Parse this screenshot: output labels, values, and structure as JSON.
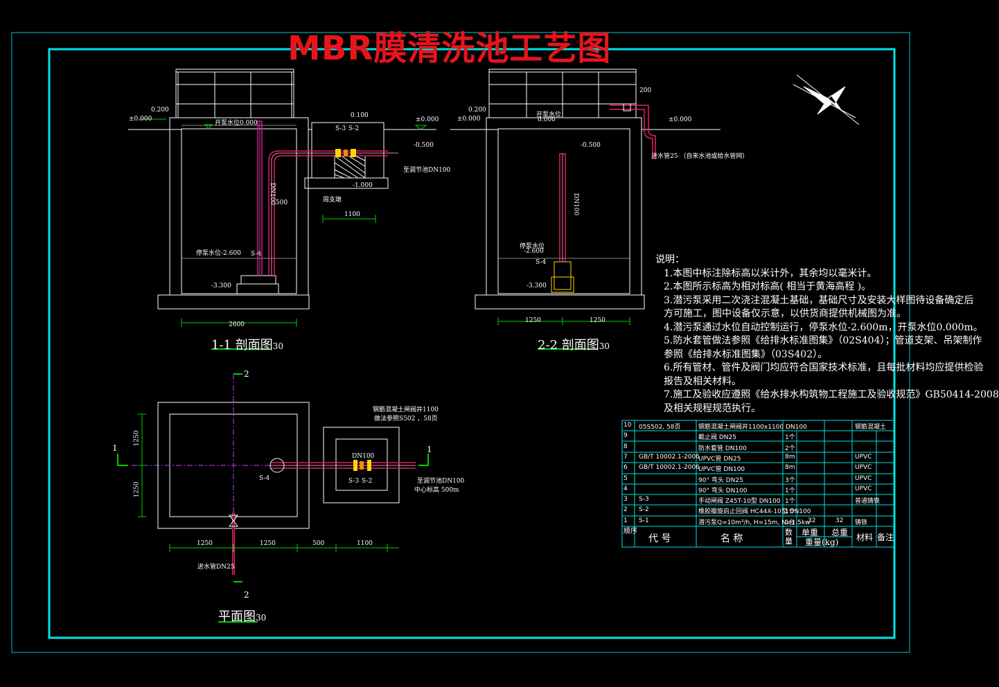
{
  "title": "MBR膜清洗池工艺图",
  "section_1": {
    "name": "1-1 剖面图",
    "scale": "30"
  },
  "section_2": {
    "name": "2-2 剖面图",
    "scale": "30"
  },
  "plan": {
    "name": "平面图",
    "scale": "30"
  },
  "labels": {
    "el_0200_a": "0.200",
    "el_0000_a": "±0.000",
    "el_pump_start": "开泵水位0.000",
    "el_0100": "0.100",
    "el_0000_b": "±0.000",
    "el_m0500_a": "-0.500",
    "to_tank": "至调节池DN100",
    "el_m1000": "-1.000",
    "support": "周支墩",
    "dim_1100_a": "1100",
    "dn100_a": "DN100",
    "dim_500_a": "500",
    "stop_level_a": "停泵水位-2.600",
    "s4_a": "S-4",
    "el_m3300_a": "-3.300",
    "dim_2600": "2600",
    "el_0200_b": "0.200",
    "el_0000_c": "±0.000",
    "pump_start_b": "开泵水位",
    "pump_start_b2": "0.000",
    "dim_200": "200",
    "el_0000_d": "±0.000",
    "inlet_pipe": "进水管25 （自来水池或给水管网）",
    "el_m0500_b": "-0.500",
    "dn100_b": "DN100",
    "stop_level_b": "停泵水位",
    "stop_level_b2": "-2.600",
    "s4_b": "S-4",
    "el_m3300_b": "-3.300",
    "dim_1250_a": "1250",
    "dim_1250_b": "1250",
    "s3": "S-3",
    "s2": "S-2",
    "plan_cover": "钢筋混凝土闸阀井1100",
    "plan_cover2": "做法参照S502 ，58页",
    "plan_dn100": "DN100",
    "plan_s4": "S-4",
    "plan_s3": "S-3",
    "plan_s2": "S-2",
    "plan_to_tank": "至调节池DN100",
    "plan_center": "中心标高 500m",
    "plan_inlet": "进水管DN25",
    "plan_d_1250a": "1250",
    "plan_d_1250b": "1250",
    "plan_d_500": "500",
    "plan_d_1100": "1100",
    "plan_d_v1": "1250",
    "plan_d_v2": "1250",
    "cut1_a": "1",
    "cut1_b": "1",
    "cut2_a": "2",
    "cut2_b": "2"
  },
  "notes": {
    "heading": "说明：",
    "lines": [
      "1.本图中标注除标高以米计外，其余均以毫米计。",
      "2.本图所示标高为相对标高(      相当于黄海高程        )。",
      "3.潜污泵采用二次浇注混凝土基础，基础尺寸及安装大样图待设备确定后",
      "  方可施工，图中设备仅示意，以供货商提供机械图为准。",
      "4.潜污泵通过水位自动控制运行，停泵水位-2.600m，开泵水位0.000m。",
      "5.防水套管做法参照《给排水标准图集》（02S404）；管道支架、吊架制作",
      "  参照《给排水标准图集》（03S402）。",
      "6.所有管材、管件及阀门均应符合国家技术标准，且每批材料均应提供检验",
      "  报告及相关材料。",
      "7.施工及验收应遵照《给水排水构筑物工程施工及验收规范》GB50414-2008",
      "  及相关规程规范执行。"
    ]
  },
  "table": {
    "rows": [
      {
        "no": "10",
        "code": "05S502, 58页",
        "name": "钢筋混凝土闸阀井1100x1100 DN100",
        "qty": "",
        "unit_w": "",
        "total_w": "",
        "material": "钢筋混凝土"
      },
      {
        "no": "9",
        "code": "",
        "name": "截止阀            DN25",
        "qty": "1个",
        "unit_w": "",
        "total_w": "",
        "material": ""
      },
      {
        "no": "8",
        "code": "",
        "name": "防水套管          DN100",
        "qty": "2个",
        "unit_w": "",
        "total_w": "",
        "material": ""
      },
      {
        "no": "7",
        "code": "GB/T 10002.1-2006",
        "name": "UPVC管            DN25",
        "qty": "8m",
        "unit_w": "",
        "total_w": "",
        "material": "UPVC"
      },
      {
        "no": "6",
        "code": "GB/T 10002.1-2006",
        "name": "UPVC管            DN100",
        "qty": "8m",
        "unit_w": "",
        "total_w": "",
        "material": "UPVC"
      },
      {
        "no": "5",
        "code": "",
        "name": "90° 弯头          DN25",
        "qty": "3个",
        "unit_w": "",
        "total_w": "",
        "material": "UPVC"
      },
      {
        "no": "4",
        "code": "",
        "name": "90° 弯头          DN100",
        "qty": "1个",
        "unit_w": "",
        "total_w": "",
        "material": "UPVC"
      },
      {
        "no": "3",
        "code": "S-3",
        "name": "手动闸阀  Z45T-10型  DN100",
        "qty": "1个",
        "unit_w": "",
        "total_w": "",
        "material": "普通铸铁"
      },
      {
        "no": "2",
        "code": "S-2",
        "name": "橡胶瓣旋启止回阀 HC44X-10型 DN100",
        "qty": "1个",
        "unit_w": "",
        "total_w": "",
        "material": ""
      },
      {
        "no": "1",
        "code": "S-1",
        "name": "潜污泵Q=10m³/h, H=15m, N=1.5kw",
        "qty": "1台",
        "unit_w": "32",
        "total_w": "32",
        "material": "铸铁"
      }
    ],
    "header": {
      "no": "顺序",
      "code": "代    号",
      "name": "名        称",
      "qty": "数量",
      "unit_w": "单重",
      "total_w": "总重",
      "weight_unit": "重量(kg)",
      "material": "材料",
      "remark": "备注"
    }
  },
  "colors": {
    "frame": "#00e5e5",
    "pipe": "#e0206a",
    "pipe_core": "#ff80c0",
    "valve": "#ffd400",
    "dim": "#00d000",
    "title": "#e8141c"
  }
}
